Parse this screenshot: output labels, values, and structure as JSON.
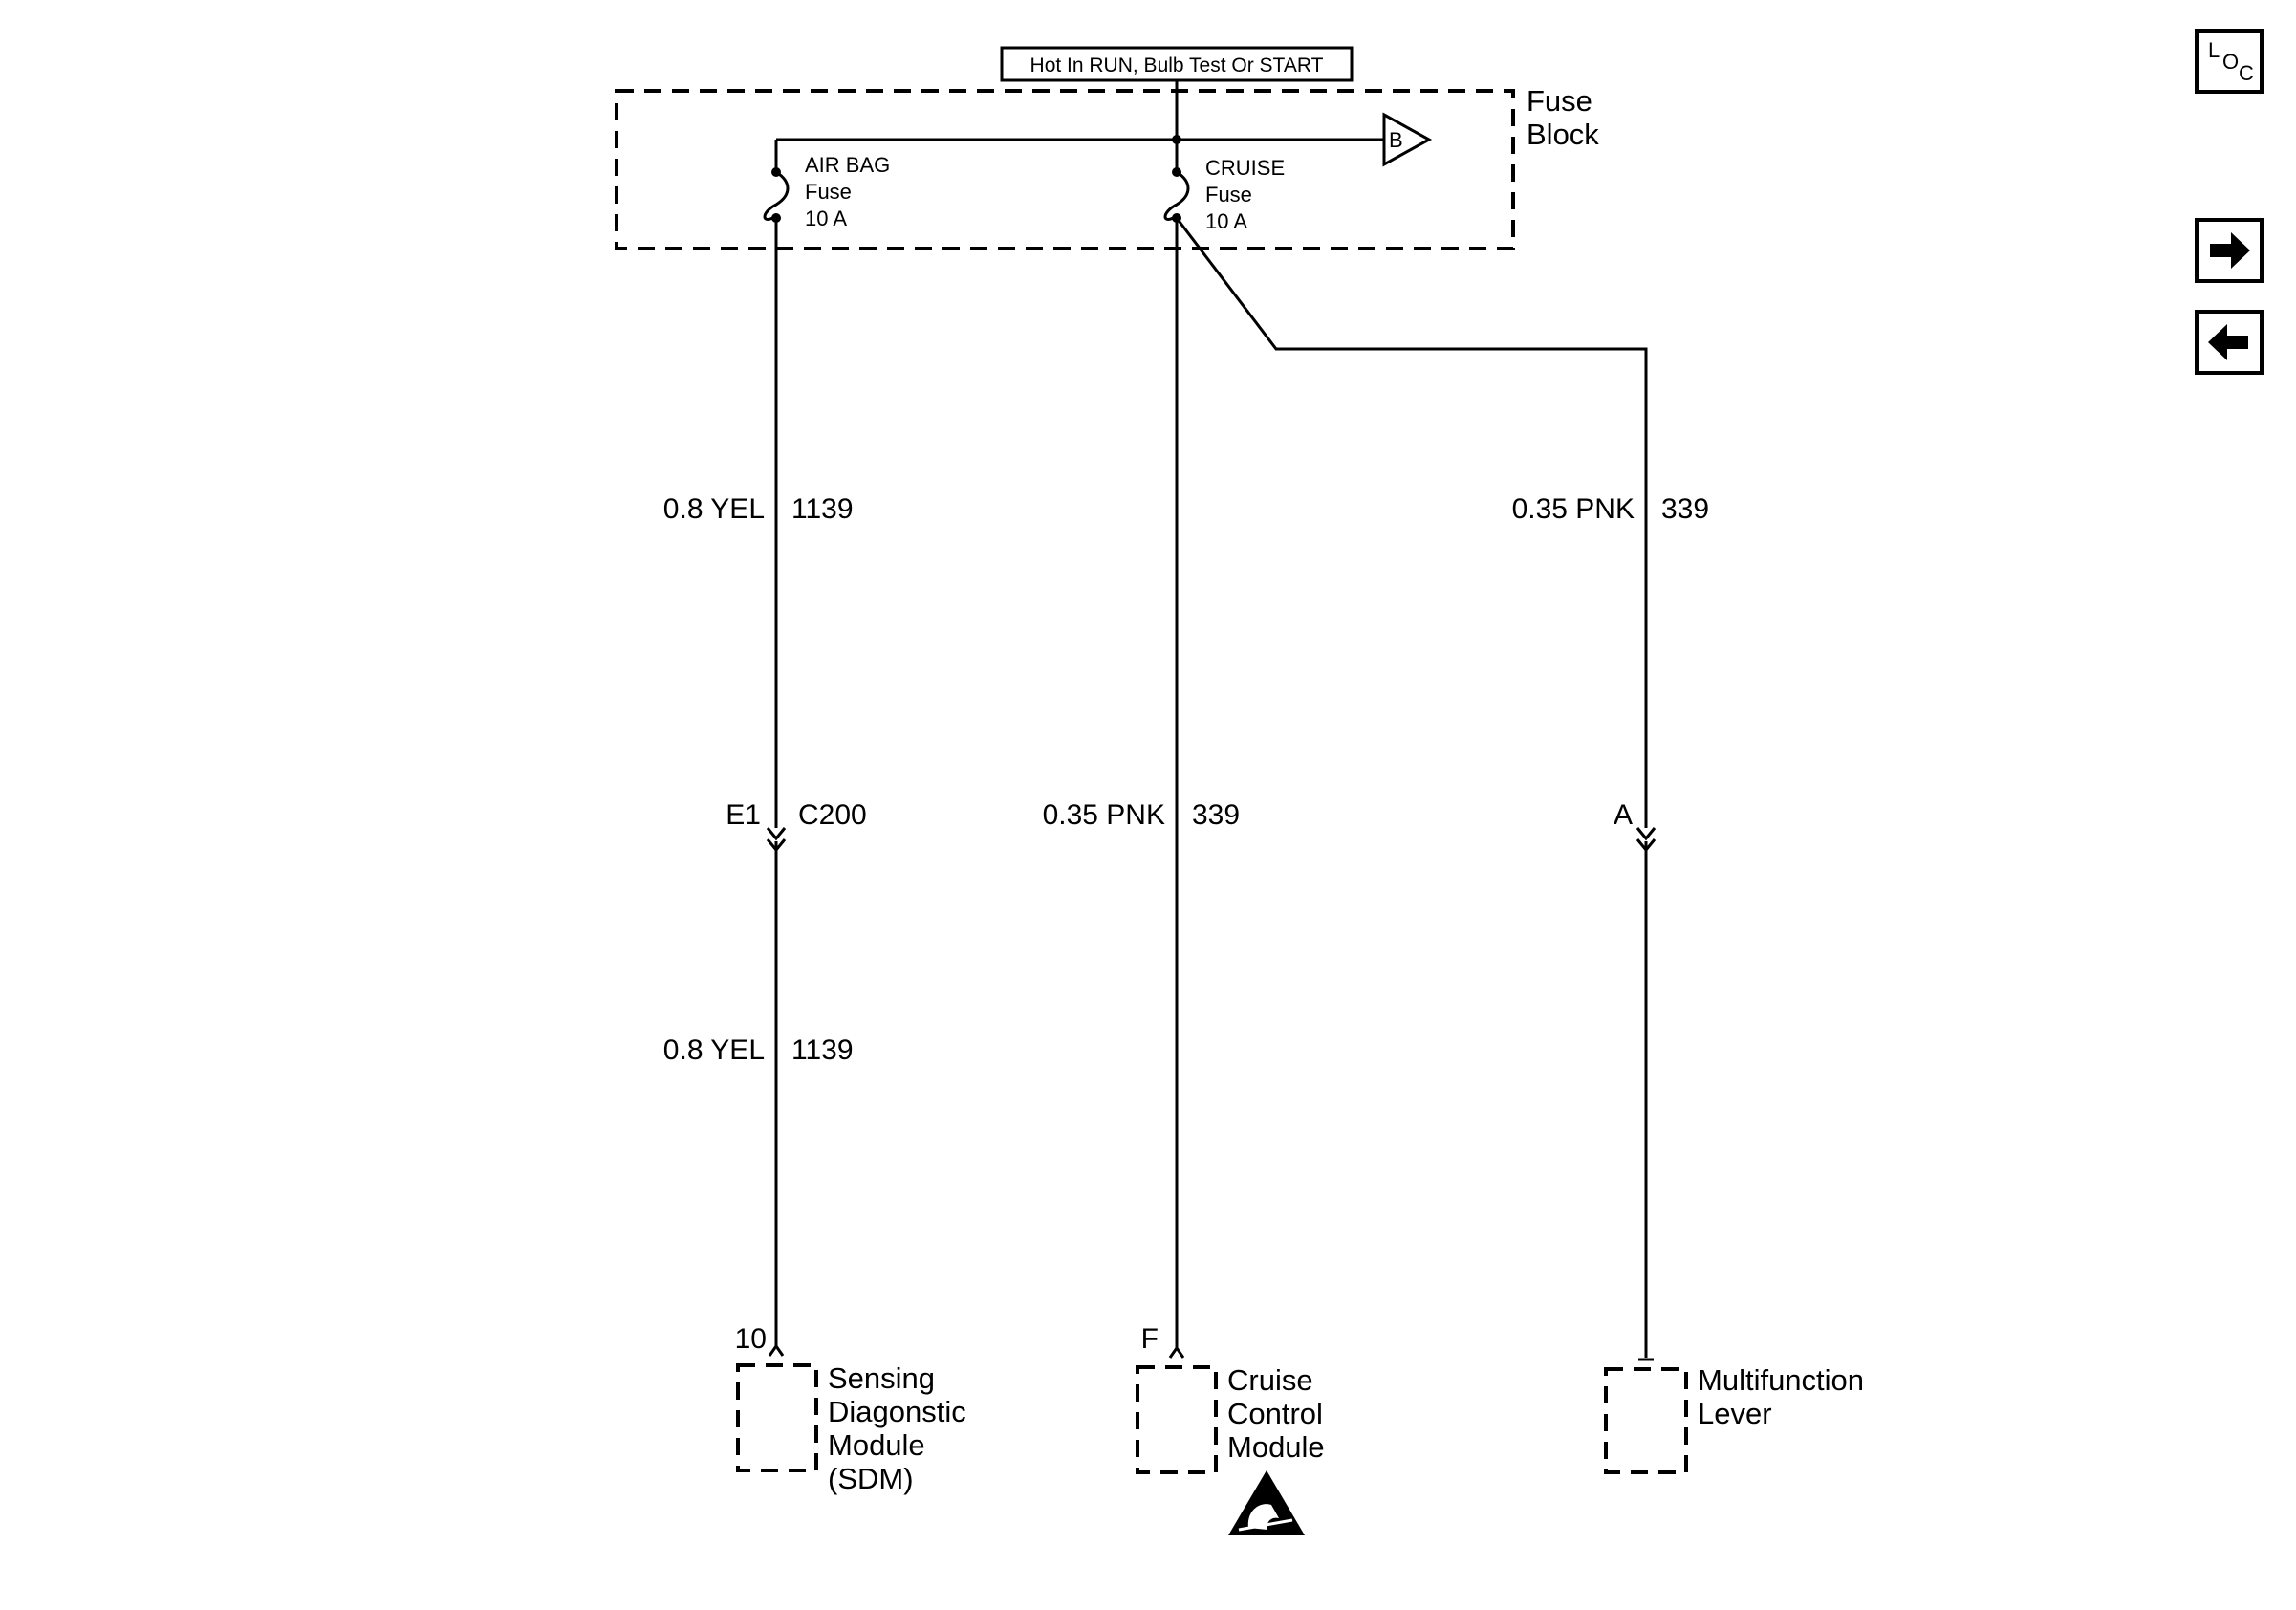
{
  "power_source": "Hot In RUN, Bulb Test Or START",
  "fuse_block": {
    "line1": "Fuse",
    "line2": "Block",
    "connector_ref": "B"
  },
  "fuses": {
    "airbag": {
      "name": "AIR BAG",
      "type": "Fuse",
      "rating": "10 A"
    },
    "cruise": {
      "name": "CRUISE",
      "type": "Fuse",
      "rating": "10 A"
    }
  },
  "wires": {
    "airbag_upper": {
      "gauge_color": "0.8 YEL",
      "circuit": "1139"
    },
    "airbag_lower": {
      "gauge_color": "0.8 YEL",
      "circuit": "1139"
    },
    "cruise_main": {
      "gauge_color": "0.35 PNK",
      "circuit": "339"
    },
    "cruise_branch": {
      "gauge_color": "0.35 PNK",
      "circuit": "339"
    }
  },
  "connectors": {
    "c200": {
      "pin": "E1",
      "name": "C200"
    },
    "branch": {
      "pin": "A"
    }
  },
  "components": {
    "sdm": {
      "pin": "10",
      "line1": "Sensing",
      "line2": "Diagonstic",
      "line3": "Module",
      "line4": "(SDM)"
    },
    "ccm": {
      "pin": "F",
      "line1": "Cruise",
      "line2": "Control",
      "line3": "Module"
    },
    "mfl": {
      "line1": "Multifunction",
      "line2": "Lever"
    }
  },
  "nav": {
    "loc": {
      "l": "L",
      "o": "O",
      "c": "C"
    },
    "next_icon": "arrow-right-icon",
    "back_icon": "arrow-left-icon"
  }
}
